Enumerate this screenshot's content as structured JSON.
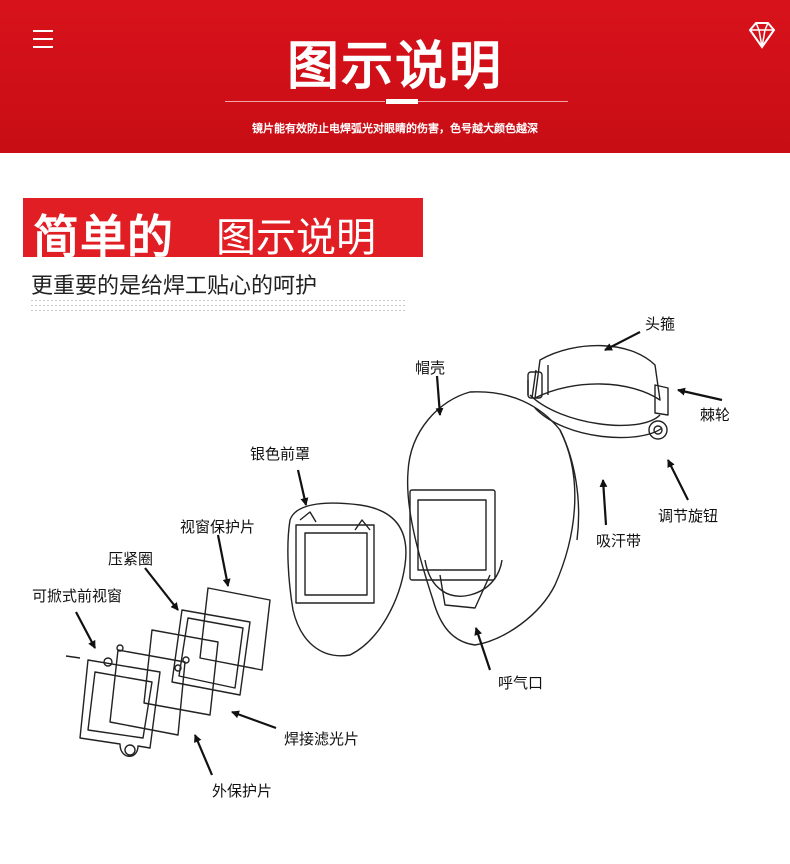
{
  "banner": {
    "title": "图示说明",
    "subtitle": "镜片能有效防止电焊弧光对眼睛的伤害，色号越大颜色越深"
  },
  "section": {
    "tag_bold": "简单的",
    "tag_light": "图示说明",
    "subtitle": "更重要的是给焊工贴心的呵护"
  },
  "labels": {
    "headband": "头箍",
    "ratchet": "棘轮",
    "adjust_knob": "调节旋钮",
    "sweatband": "吸汗带",
    "breathing_port": "呼气口",
    "shell": "帽壳",
    "silver_cover": "银色前罩",
    "window_film": "视窗保护片",
    "press_ring": "压紧圈",
    "flip_window": "可掀式前视窗",
    "filter_lens": "焊接滤光片",
    "outer_lens": "外保护片"
  },
  "colors": {
    "brand_red": "#d8121b",
    "tag_red": "#e01e24"
  },
  "icons": [
    "menu-icon",
    "diamond-icon"
  ]
}
